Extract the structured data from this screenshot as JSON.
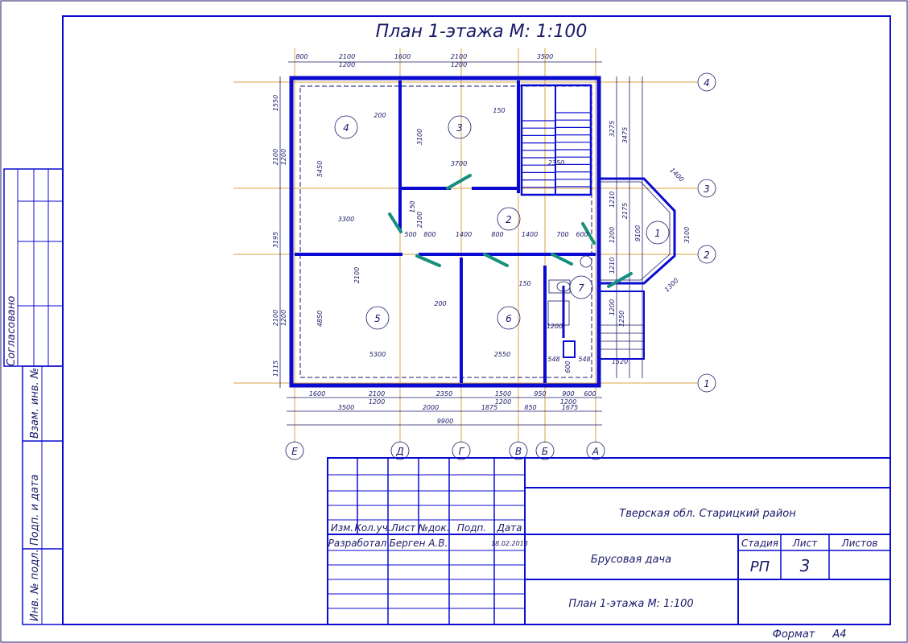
{
  "title": "План 1-этажа М: 1:100",
  "side_labels": {
    "agreed": "Согласовано",
    "inv_vzam": "Взам. инв. №",
    "sign_date": "Подп. и дата",
    "inv_podl": "Инв. № подл."
  },
  "grid_axes": {
    "letters": [
      "Е",
      "Д",
      "Г",
      "В",
      "Б",
      "А"
    ],
    "numbers": [
      "4",
      "3",
      "2",
      "1"
    ]
  },
  "rooms": [
    "1",
    "2",
    "3",
    "4",
    "5",
    "6",
    "7"
  ],
  "dimensions": {
    "top": [
      "800",
      "2100",
      "1200",
      "1600",
      "2100",
      "1200",
      "3500"
    ],
    "bottom": [
      "1600",
      "2100",
      "1200",
      "2350",
      "1500",
      "1200",
      "950",
      "900",
      "1200",
      "600",
      "3500",
      "2000",
      "1875",
      "850",
      "1675",
      "9900"
    ],
    "left": [
      "1550",
      "2100",
      "1200",
      "3195",
      "2100",
      "1200",
      "1115"
    ],
    "right": [
      "3275",
      "3475",
      "1210",
      "2175",
      "9100",
      "1200",
      "1210",
      "1200",
      "1250",
      "1520"
    ],
    "interior": [
      "200",
      "5450",
      "3100",
      "150",
      "3700",
      "2350",
      "150",
      "2100",
      "3300",
      "500",
      "800",
      "1400",
      "800",
      "1400",
      "700",
      "600",
      "2100",
      "4850",
      "200",
      "5300",
      "150",
      "2550",
      "1400",
      "1300",
      "3100",
      "548",
      "548",
      "1200",
      "600"
    ]
  },
  "title_block": {
    "headers": [
      "Изм.",
      "Кол.уч.",
      "Лист",
      "№док.",
      "Подп.",
      "Дата"
    ],
    "developer_label": "Разработал",
    "developer_name": "Берген А.В.",
    "date": "18.02.2018",
    "location": "Тверская обл. Старицкий район",
    "project": "Брусовая дача",
    "sheet_title": "План 1-этажа М: 1:100",
    "stage_label": "Стадия",
    "sheet_label": "Лист",
    "sheets_label": "Листов",
    "stage": "РП",
    "sheet": "3",
    "sheets": ""
  },
  "format_label": "Формат",
  "format_value": "А4",
  "colors": {
    "frame": "#0a0ad0",
    "grid": "#d9a441",
    "text": "#1a1a6a",
    "door": "#17907e"
  }
}
